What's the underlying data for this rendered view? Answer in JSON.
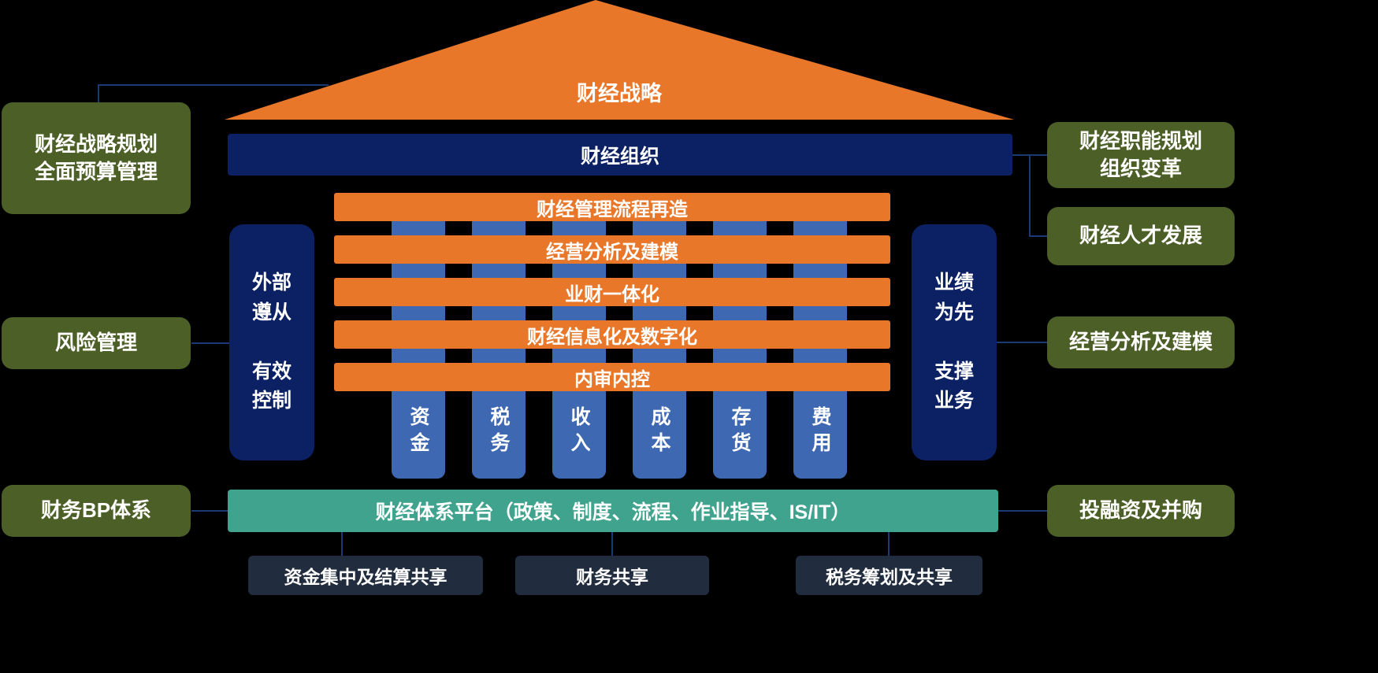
{
  "colors": {
    "background": "#000000",
    "orange": "#E8772A",
    "navy": "#0B2164",
    "pillar_blue": "#3E69B2",
    "teal": "#3FA38D",
    "olive_green": "#4C5F26",
    "charcoal": "#212D3E",
    "connector": "#1B3A74",
    "text": "#FFFFFF"
  },
  "roof": {
    "label": "财经战略"
  },
  "org_bar": {
    "label": "财经组织"
  },
  "beams": [
    {
      "label": "财经管理流程再造"
    },
    {
      "label": "经营分析及建模"
    },
    {
      "label": "业财一体化"
    },
    {
      "label": "财经信息化及数字化"
    },
    {
      "label": "内审内控"
    }
  ],
  "pillars": [
    {
      "label": "资金"
    },
    {
      "label": "税务"
    },
    {
      "label": "收入"
    },
    {
      "label": "成本"
    },
    {
      "label": "存货"
    },
    {
      "label": "费用"
    }
  ],
  "left_pillar": {
    "label": "外部\n遵从\n\n有效\n控制"
  },
  "right_pillar": {
    "label": "业绩\n为先\n\n支撑\n业务"
  },
  "platform": {
    "label": "财经体系平台（政策、制度、流程、作业指导、IS/IT）"
  },
  "left_boxes": [
    {
      "label": "财经战略规划\n全面预算管理"
    },
    {
      "label": "风险管理"
    },
    {
      "label": "财务BP体系"
    }
  ],
  "right_boxes": [
    {
      "label": "财经职能规划\n组织变革"
    },
    {
      "label": "财经人才发展"
    },
    {
      "label": "经营分析及建模"
    },
    {
      "label": "投融资及并购"
    }
  ],
  "bottom_boxes": [
    {
      "label": "资金集中及结算共享"
    },
    {
      "label": "财务共享"
    },
    {
      "label": "税务筹划及共享"
    }
  ]
}
